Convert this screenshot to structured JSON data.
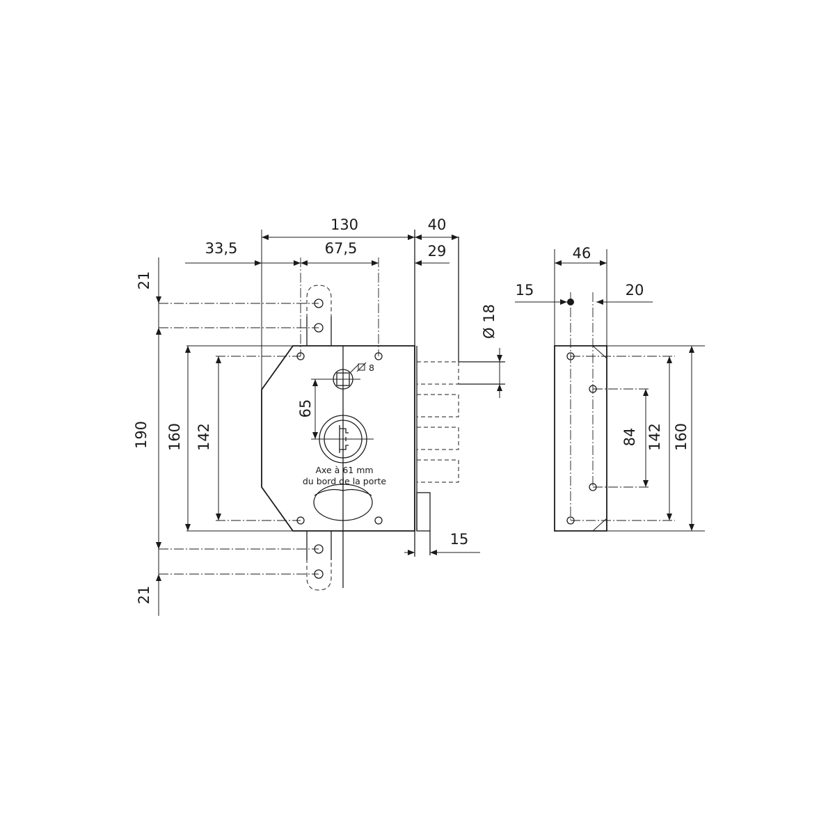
{
  "dimensions": {
    "width_130": "130",
    "depth_40": "40",
    "offset_33_5": "33,5",
    "spacing_67_5": "67,5",
    "offset_29": "29",
    "bolt_diameter": "Ø 18",
    "height_190": "190",
    "height_160": "160",
    "height_142": "142",
    "top_21": "21",
    "bottom_21": "21",
    "spindle_to_cylinder_65": "65",
    "square_8": "8",
    "faceplate_15": "15",
    "side_width_46": "46",
    "side_15": "15",
    "side_20": "20",
    "side_160": "160",
    "side_142": "142",
    "side_84": "84"
  },
  "notes": {
    "axis_line1": "Axe à 61 mm",
    "axis_line2": "du bord de la porte"
  },
  "icons": {
    "square_symbol": "diameter-square-icon"
  }
}
